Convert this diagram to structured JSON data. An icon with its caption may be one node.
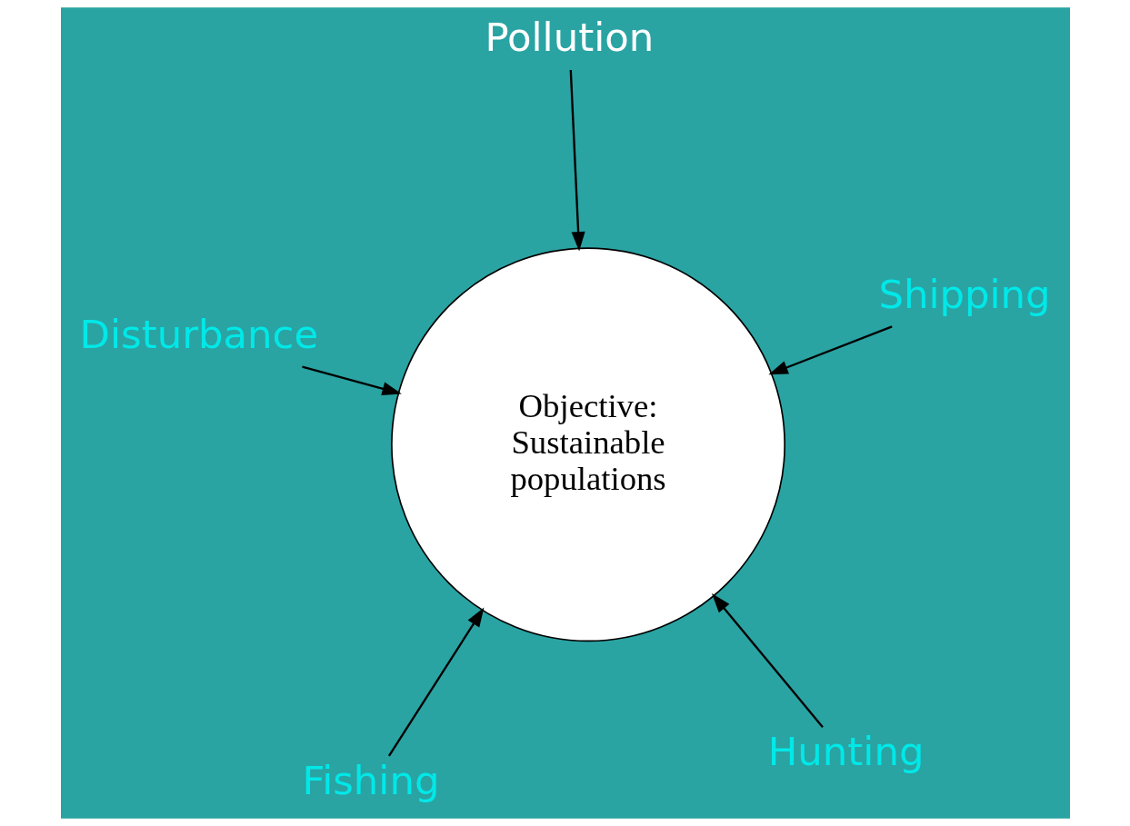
{
  "diagram": {
    "nodes": [
      {
        "text": [
          "Objective: Sustainable populations"
        ]
      },
      {
        "text": [
          "Hunting"
        ]
      },
      {
        "text": [
          "Fishing"
        ]
      },
      {
        "text": [
          "Disturbance"
        ]
      },
      {
        "text": [
          "Shipping"
        ]
      },
      {
        "text": [
          "Pollution"
        ]
      }
    ],
    "edges": [
      {
        "from": 1,
        "to": 0,
        "arrow": "to"
      },
      {
        "from": 2,
        "to": 0,
        "arrow": "to"
      },
      {
        "from": 3,
        "to": 0,
        "arrow": "to"
      },
      {
        "from": 4,
        "to": 0,
        "arrow": "to"
      },
      {
        "from": 5,
        "to": 0,
        "arrow": "to"
      }
    ]
  }
}
